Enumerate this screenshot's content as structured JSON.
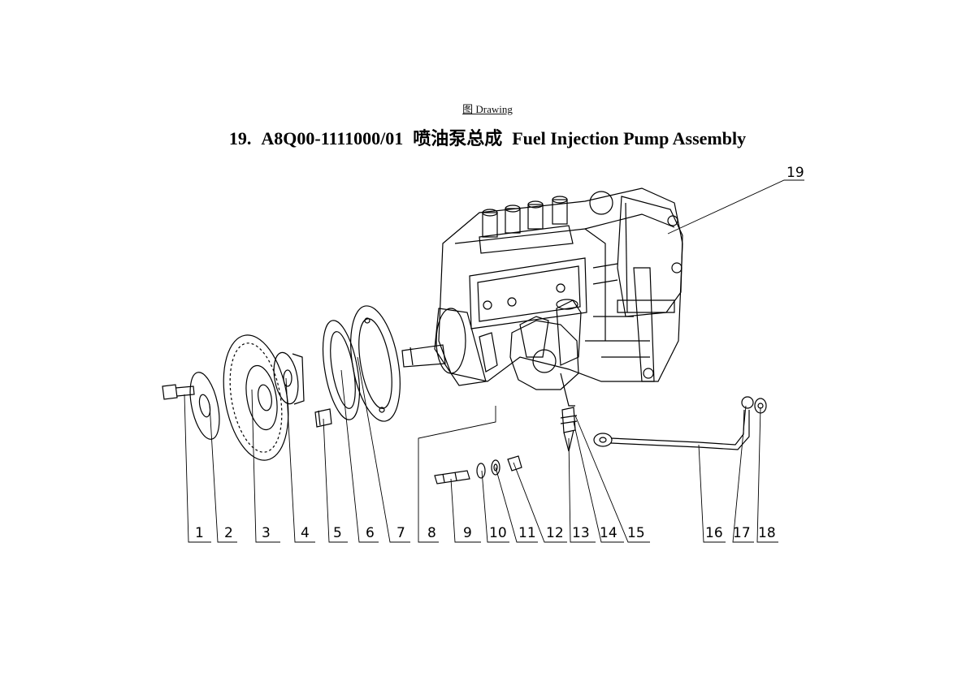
{
  "header": {
    "caption": "图 Drawing",
    "title_number": "19.",
    "title_code": "A8Q00-1111000/01",
    "title_cn": "喷油泵总成",
    "title_en": "Fuel Injection Pump Assembly"
  },
  "callouts": [
    "1",
    "2",
    "3",
    "4",
    "5",
    "6",
    "7",
    "8",
    "9",
    "10",
    "11",
    "12",
    "13",
    "14",
    "15",
    "16",
    "17",
    "18",
    "19"
  ],
  "colors": {
    "line": "#000000",
    "background": "#ffffff"
  }
}
